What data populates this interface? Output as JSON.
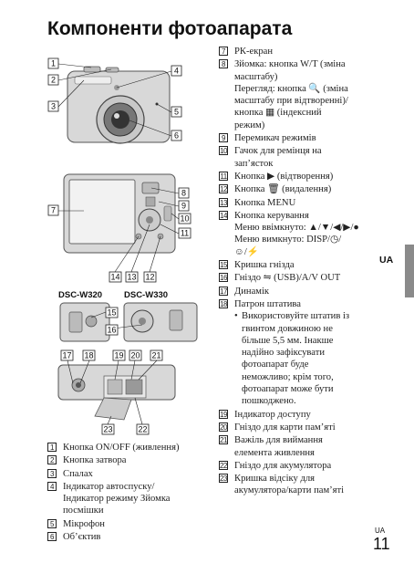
{
  "page": {
    "title": "Компоненти фотоапарата",
    "lang_tab": "UA",
    "footer_lang": "UA",
    "page_number": "11",
    "accent": "#8a8a8a"
  },
  "illustration": {
    "callouts": [
      "1",
      "2",
      "3",
      "4",
      "5",
      "6",
      "7",
      "8",
      "9",
      "10",
      "11",
      "12",
      "13",
      "14",
      "15",
      "16",
      "17",
      "18",
      "19",
      "20",
      "21",
      "22",
      "23"
    ],
    "models": [
      "DSC-W320",
      "DSC-W330"
    ]
  },
  "left_list": [
    {
      "n": "1",
      "text": "Кнопка ON/OFF (живлення)"
    },
    {
      "n": "2",
      "text": "Кнопка затвора"
    },
    {
      "n": "3",
      "text": "Спалах"
    },
    {
      "n": "4",
      "text": "Індикатор автоспуску/\nІндикатор режиму Зйомка\nпосмішки"
    },
    {
      "n": "5",
      "text": "Мікрофон"
    },
    {
      "n": "6",
      "text": "Об’єктив"
    }
  ],
  "right_list": [
    {
      "n": "7",
      "text": "РК-екран"
    },
    {
      "n": "8",
      "text": "Зйомка: кнопка W/T (зміна\nмасштабу)\nПерегляд: кнопка 🔍 (зміна\nмасштабу при відтворенні)/\nкнопка ▦ (індексний\nрежим)"
    },
    {
      "n": "9",
      "text": "Перемикач режимів"
    },
    {
      "n": "10",
      "text": "Гачок для ремінця на\nзап’ясток"
    },
    {
      "n": "11",
      "text": "Кнопка ▶ (відтворення)"
    },
    {
      "n": "12",
      "text": "Кнопка 🗑 (видалення)"
    },
    {
      "n": "13",
      "text": "Кнопка MENU"
    },
    {
      "n": "14",
      "text": "Кнопка керування\nМеню ввімкнуто: ▲/▼/◀/▶/●\nМеню вимкнуто: DISP/◷/\n☺/⚡"
    },
    {
      "n": "15",
      "text": "Кришка гнізда"
    },
    {
      "n": "16",
      "text": "Гніздо ⇋ (USB)/A/V OUT"
    },
    {
      "n": "17",
      "text": "Динамік"
    },
    {
      "n": "18",
      "text": "Патрон штатива",
      "bullet": "Використовуйте штатив із\nгвинтом довжиною не\nбільше 5,5 мм. Інакше\nнадійно зафіксувати\nфотоапарат буде\nнеможливо; крім того,\nфотоапарат може бути\nпошкоджено."
    },
    {
      "n": "19",
      "text": "Індикатор доступу"
    },
    {
      "n": "20",
      "text": "Гніздо для карти пам’яті"
    },
    {
      "n": "21",
      "text": "Важіль для виймання\nелемента живлення"
    },
    {
      "n": "22",
      "text": "Гніздо для акумулятора"
    },
    {
      "n": "23",
      "text": "Кришка відсіку для\nакумулятора/карти пам’яті"
    }
  ]
}
